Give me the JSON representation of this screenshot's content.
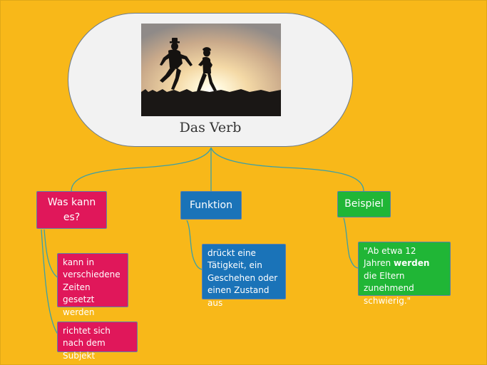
{
  "central": {
    "title": "Das Verb",
    "image": "silhouette-of-two-dancers-at-sunset"
  },
  "branches": [
    {
      "label": "Was kann es?",
      "color": "#e0175a",
      "details": [
        "kann in verschiedene Zeiten gesetzt werden",
        "richtet sich nach dem Subjekt"
      ]
    },
    {
      "label": "Funktion",
      "color": "#1a73b8",
      "details": [
        "drückt eine Tätigkeit, ein Geschehen oder einen Zustand aus"
      ]
    },
    {
      "label": "Beispiel",
      "color": "#20b636",
      "details": [
        {
          "before": "\"Ab etwa 12 Jahren ",
          "emphasis": "werden",
          "after": " die Eltern zunehmend schwierig.\""
        }
      ]
    }
  ],
  "colors": {
    "background": "#f8b819",
    "connector": "#2aa3a3",
    "central_fill": "#f2f2f2"
  }
}
